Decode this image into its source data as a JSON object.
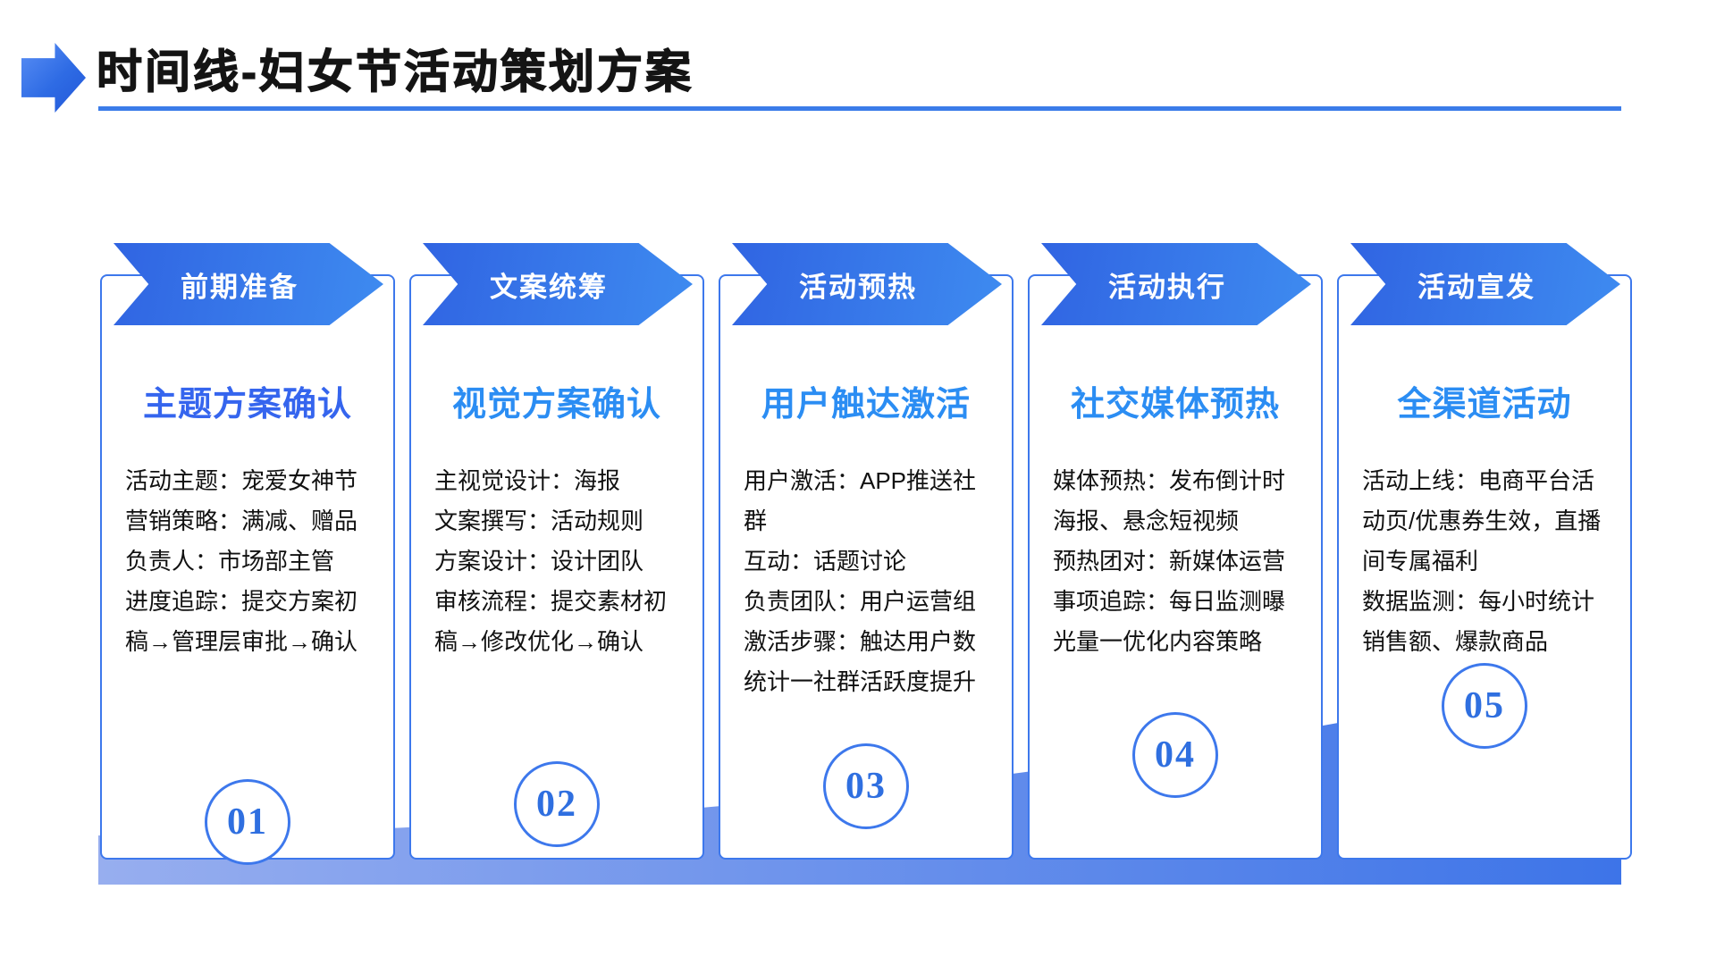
{
  "header": {
    "title": "时间线-妇女节活动策划方案"
  },
  "columns": [
    {
      "banner": "前期准备",
      "subtitle": "主题方案确认",
      "subtitle_color": "#3565ee",
      "number": "01",
      "items": [
        "活动主题：宠爱女神节",
        "营销策略：满减、赠品",
        "负责人：市场部主管",
        "进度追踪：提交方案初稿→管理层审批→确认"
      ]
    },
    {
      "banner": "文案统筹",
      "subtitle": "视觉方案确认",
      "subtitle_color": "#2b8df3",
      "number": "02",
      "items": [
        "主视觉设计：海报",
        "文案撰写：活动规则",
        "方案设计：设计团队",
        "审核流程：提交素材初稿→修改优化→确认"
      ]
    },
    {
      "banner": "活动预热",
      "subtitle": "用户触达激活",
      "subtitle_color": "#2b8df3",
      "number": "03",
      "items": [
        "用户激活：APP推送社群",
        "互动：话题讨论",
        "负责团队：用户运营组",
        "激活步骤：触达用户数统计一社群活跃度提升"
      ]
    },
    {
      "banner": "活动执行",
      "subtitle": "社交媒体预热",
      "subtitle_color": "#2b8df3",
      "number": "04",
      "items": [
        "媒体预热：发布倒计时海报、悬念短视频",
        "预热团对：新媒体运营",
        "事项追踪：每日监测曝光量一优化内容策略"
      ]
    },
    {
      "banner": "活动宣发",
      "subtitle": "全渠道活动",
      "subtitle_color": "#2b8df3",
      "number": "05",
      "items": [
        "活动上线：电商平台活动页/优惠券生效，直播间专属福利",
        "数据监测：每小时统计销售额、爆款商品"
      ]
    }
  ],
  "colors": {
    "accent": "#2e6be4",
    "card_border": "#3d78ec",
    "banner_from": "#3064e2",
    "banner_to": "#3e8bf0",
    "wave_left": "#97aeef",
    "wave_right": "#3d74e8",
    "number_color": "#2f6fe0",
    "underline": "#3b7ce9",
    "body_text": "#111111",
    "banner_text": "#ffffff"
  }
}
